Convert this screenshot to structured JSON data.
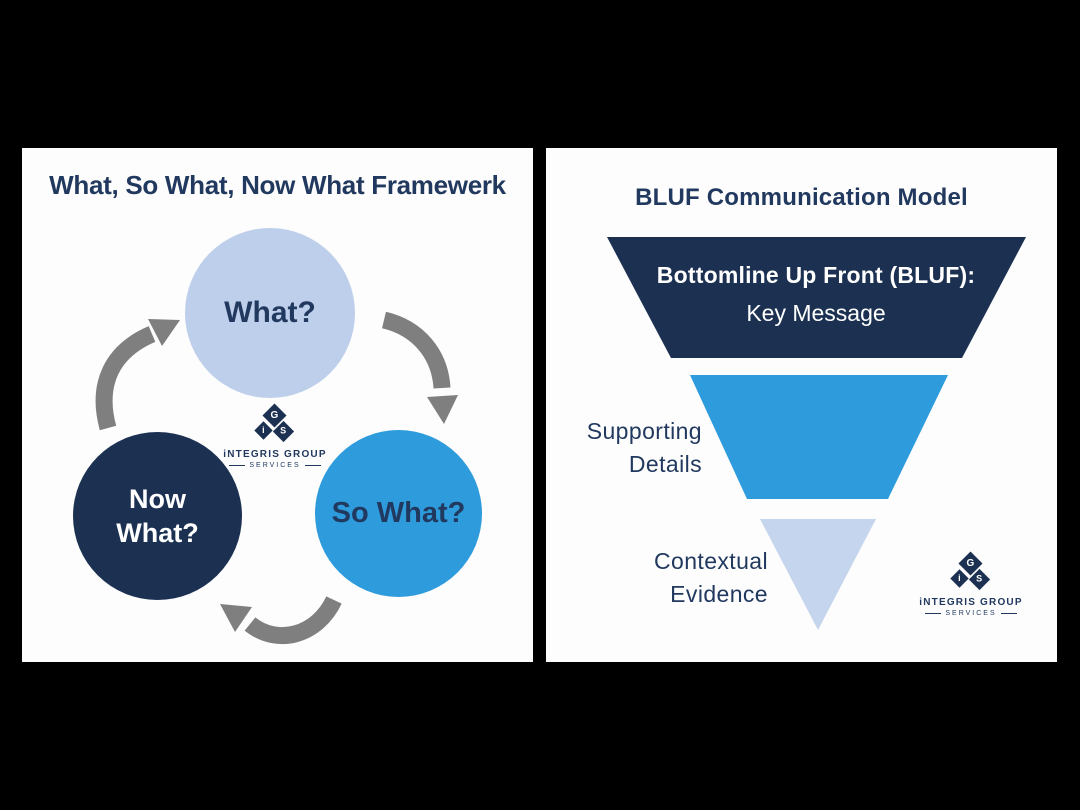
{
  "colors": {
    "background": "#000000",
    "card": "#fdfdfd",
    "navy": "#21395e",
    "dark_fill": "#1c3152",
    "blue": "#2e9bdc",
    "light_blue": "#bdcfea",
    "light_triangle": "#c6d5ee",
    "arrow_gray": "#7f7f7f",
    "white_text": "#ffffff"
  },
  "left_panel": {
    "title": "What, So What, Now What Framewerk",
    "circles": {
      "what": {
        "label": "What?"
      },
      "now_what": {
        "line1": "Now",
        "line2": "What?"
      },
      "so_what": {
        "label": "So What?"
      }
    }
  },
  "right_panel": {
    "title": "BLUF Communication Model",
    "funnel": {
      "top_segment": {
        "line1": "Bottomline Up Front (BLUF):",
        "line2": "Key Message"
      },
      "middle_label": {
        "line1": "Supporting",
        "line2": "Details"
      },
      "bottom_label": {
        "line1": "Contextual",
        "line2": "Evidence"
      }
    }
  },
  "logo": {
    "letter_top": "G",
    "letter_left": "i",
    "letter_right": "S",
    "name": "iNTEGRIS GROUP",
    "sub": "SERVICES"
  }
}
